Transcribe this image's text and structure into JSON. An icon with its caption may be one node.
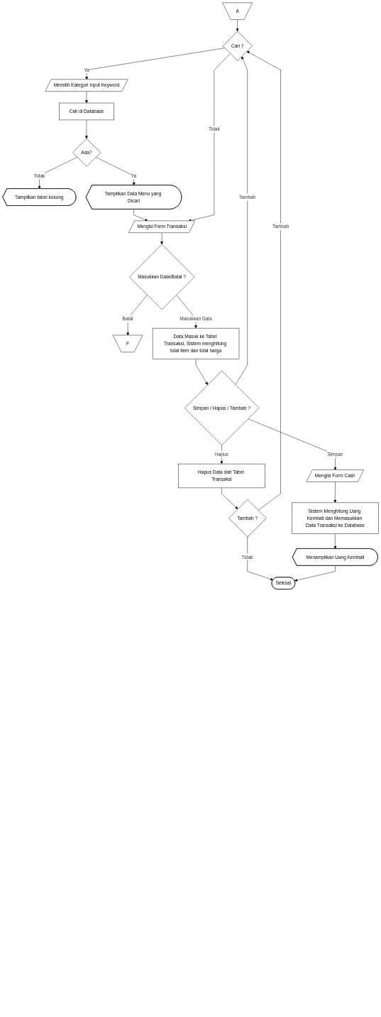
{
  "diagram": {
    "nodes": [
      {
        "text": [
          "A"
        ]
      },
      {
        "text": [
          "Cari ?"
        ]
      },
      {
        "text": [
          "Memilih Kategori Input Keyword"
        ]
      },
      {
        "text": [
          "Cek di Database"
        ]
      },
      {
        "text": [
          "Ada?"
        ]
      },
      {
        "text": [
          "Tampilkan tabel kosong"
        ]
      },
      {
        "text": [
          "Tampilkan Data Menu yang Dicari"
        ]
      },
      {
        "text": [
          "Mengisi Form Transaksi"
        ]
      },
      {
        "text": [
          "Masukkan Data/Batal ?"
        ]
      },
      {
        "text": [
          "F"
        ]
      },
      {
        "text": [
          "Data Masuk ke Tabel Transaksi, Sistem menghitung total item dan total harga"
        ]
      },
      {
        "text": [
          "Simpan / Hapus / Tambah ?"
        ]
      },
      {
        "text": [
          "Hapus Data dari Tabel Transaksi"
        ]
      },
      {
        "text": [
          "Mengisi Form Cash"
        ]
      },
      {
        "text": [
          "Tambah ?"
        ]
      },
      {
        "text": [
          "Sistem Menghitung Uang Kembali dan Memasukkan Data Transaksi ke Database"
        ]
      },
      {
        "text": [
          "Menampilkan Uang Kembali"
        ]
      },
      {
        "text": [
          "Selesai"
        ]
      }
    ],
    "edges": [
      {
        "from": 0,
        "to": 1,
        "arrow": "to"
      },
      {
        "from": 1,
        "to": 2,
        "arrow": "to",
        "label": "Ya"
      },
      {
        "from": 2,
        "to": 3,
        "arrow": "to"
      },
      {
        "from": 3,
        "to": 4,
        "arrow": "to"
      },
      {
        "from": 4,
        "to": 5,
        "arrow": "to",
        "label": "Tidak"
      },
      {
        "from": 4,
        "to": 6,
        "arrow": "to",
        "label": "Ya"
      },
      {
        "from": 6,
        "to": 7,
        "arrow": "to"
      },
      {
        "from": 1,
        "to": 7,
        "arrow": "to",
        "label": "Tidak"
      },
      {
        "from": 7,
        "to": 8,
        "arrow": "to"
      },
      {
        "from": 8,
        "to": 9,
        "arrow": "to",
        "label": "Batal"
      },
      {
        "from": 8,
        "to": 10,
        "arrow": "to",
        "label": "Masukkan Data"
      },
      {
        "from": 10,
        "to": 11,
        "arrow": "to"
      },
      {
        "from": 11,
        "to": 1,
        "arrow": "to",
        "label": "Tambah"
      },
      {
        "from": 11,
        "to": 12,
        "arrow": "to",
        "label": "Hapus"
      },
      {
        "from": 11,
        "to": 13,
        "arrow": "to",
        "label": "Simpan"
      },
      {
        "from": 12,
        "to": 14,
        "arrow": "to"
      },
      {
        "from": 14,
        "to": 1,
        "arrow": "to",
        "label": "Tambah"
      },
      {
        "from": 13,
        "to": 15,
        "arrow": "to"
      },
      {
        "from": 14,
        "to": 17,
        "arrow": "to",
        "label": "Tidak"
      },
      {
        "from": 15,
        "to": 16,
        "arrow": "to"
      },
      {
        "from": 16,
        "to": 17,
        "arrow": "to"
      }
    ]
  }
}
